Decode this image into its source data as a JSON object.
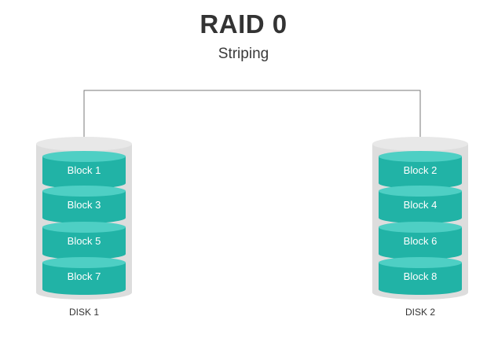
{
  "title": "RAID 0",
  "subtitle": "Striping",
  "disks": [
    {
      "label": "DISK 1",
      "blocks": [
        "Block 1",
        "Block 3",
        "Block 5",
        "Block 7"
      ]
    },
    {
      "label": "DISK 2",
      "blocks": [
        "Block 2",
        "Block 4",
        "Block 6",
        "Block 8"
      ]
    }
  ],
  "colors": {
    "block_side": "#21b3a6",
    "block_top": "#4ecfc4",
    "disk_shell": "#dddddd",
    "disk_shell_top": "#e8e8e8",
    "connector": "#7a7a7a",
    "text": "#333333"
  }
}
